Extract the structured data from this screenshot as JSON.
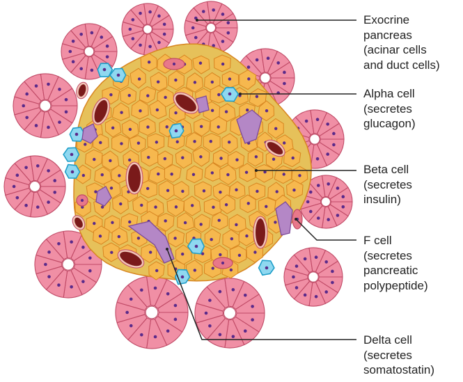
{
  "colors": {
    "acinar_fill": "#f08fa5",
    "acinar_stroke": "#c04a66",
    "nucleus": "#5a2a8a",
    "beta_fill": "#f6b84e",
    "beta_stroke": "#d88520",
    "islet_rim": "#e6c15a",
    "alpha_fill": "#8fd8f0",
    "alpha_stroke": "#1e9ec8",
    "delta_fill": "#b487c6",
    "delta_stroke": "#7d4a9a",
    "f_fill": "#e8788a",
    "capillary_fill": "#7a1a1a",
    "capillary_rim": "#f2c6b8",
    "leader_line": "#222222"
  },
  "labels": {
    "exocrine": [
      "Exocrine",
      "pancreas",
      "(acinar cells",
      "and duct cells)"
    ],
    "alpha": [
      "Alpha cell",
      "(secretes",
      "glucagon)"
    ],
    "beta": [
      "Beta cell",
      "(secretes",
      "insulin)"
    ],
    "f": [
      "F cell",
      "(secretes",
      "pancreatic",
      "polypeptide)"
    ],
    "delta": [
      "Delta cell",
      "(secretes",
      "somatostatin)"
    ]
  }
}
